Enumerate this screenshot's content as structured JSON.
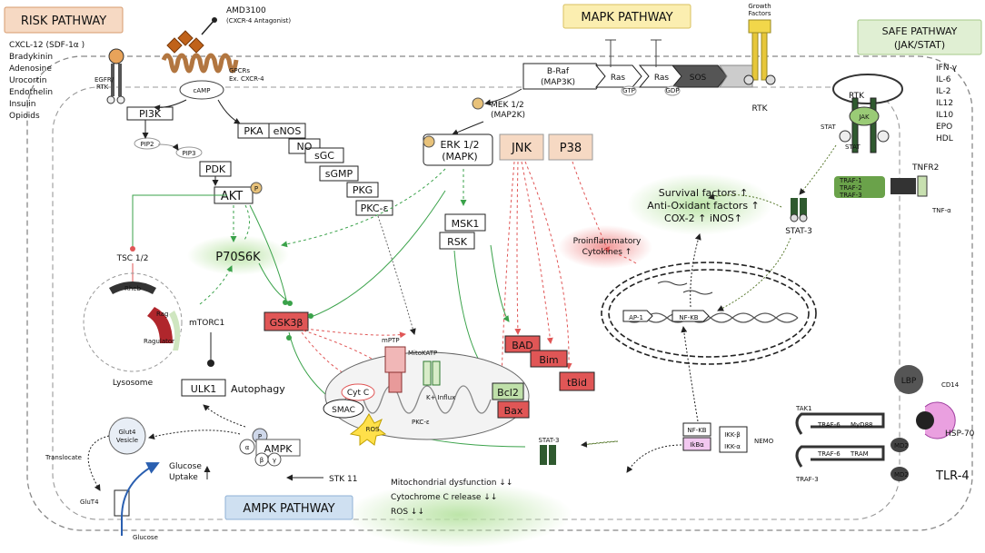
{
  "pathways": {
    "risk": "RISK PATHWAY",
    "mapk": "MAPK PATHWAY",
    "safe": "SAFE PATHWAY",
    "safe_sub": "(JAK/STAT)",
    "ampk": "AMPK PATHWAY"
  },
  "risk_ligands": [
    "CXCL-12 (SDF-1α )",
    "Bradykinin",
    "Adenosine",
    "Urocortin",
    "Endothelin",
    "Insulin",
    "Opioids"
  ],
  "safe_ligands": [
    "IFN-γ",
    "IL-6",
    "IL-2",
    "IL12",
    "IL10",
    "EPO",
    "HDL"
  ],
  "labels": {
    "amd3100": "AMD3100",
    "amd3100_sub": "(CXCR-4 Antagonist)",
    "gpcrs": "GPCRs",
    "gpcrs_sub": "Ex. CXCR-4",
    "egfr": "EGFR/",
    "rtk_small": "RTK",
    "camp": "cAMP",
    "pi3k": "PI3K",
    "pip2": "PIP2",
    "pip3": "PIP3",
    "pdk": "PDK",
    "akt": "AKT",
    "pka": "PKA",
    "enos": "eNOS",
    "no": "NO",
    "sgc": "sGC",
    "sgmp": "sGMP",
    "pkg": "PKG",
    "pkce": "PKC-ε",
    "tsc": "TSC 1/2",
    "rheb": "Rheb",
    "rag": "Rag",
    "ragulator": "Ragulator",
    "lysosome": "Lysosome",
    "mtorc1": "mTORC1",
    "p70s6k": "P70S6K",
    "ulk1": "ULK1",
    "autophagy": "Autophagy",
    "gsk3b": "GSK3β",
    "braf": "B-Raf",
    "braf_sub": "(MAP3K)",
    "ras": "Ras",
    "sos": "SOS",
    "gtp": "GTP",
    "gdp": "GDP",
    "growth": "Growth",
    "factors": "Factors",
    "rtk": "RTK",
    "mek": "MEK 1/2",
    "mek_sub": "(MAP2K)",
    "erk": "ERK 1/2",
    "erk_sub": "(MAPK)",
    "jnk": "JNK",
    "p38": "P38",
    "msk1": "MSK1",
    "rsk": "RSK",
    "mptp": "mPTP",
    "mitokatp": "MitoKATP",
    "k_influx": "K+ Influx",
    "pkce2": "PKC-ε",
    "cytc": "Cyt C",
    "smac": "SMAC",
    "ros": "ROS",
    "bad": "BAD",
    "bim": "Bim",
    "bcl2": "Bcl2",
    "bax": "Bax",
    "tbid": "tBid",
    "proinflam": "Proinflammatory",
    "cytokines": "Cytokines ↑",
    "survival1": "Survival factors ↑",
    "survival2": "Anti-Oxidant factors ↑",
    "survival3": "COX-2 ↑ iNOS↑",
    "ap1": "AP-1",
    "nfkb": "NF-KB",
    "stat3": "STAT-3",
    "stat": "STAT",
    "jak": "JAK",
    "tnfr2": "TNFR2",
    "tnfa": "TNF-α",
    "traf1": "TRAF-1",
    "traf2": "TRAF-2",
    "traf3": "TRAF-3",
    "stat3_low": "STAT-3",
    "lbp": "LBP",
    "cd14": "CD14",
    "hsp70": "HSP-70",
    "tak1": "TAK1",
    "traf6": "TRAF-6",
    "myd88": "MyD88",
    "tram": "TRAM",
    "md2": "MD2",
    "tlr4": "TLR-4",
    "traf3b": "TRAF-3",
    "nfkb2": "NF-KB",
    "ikba": "IkBα",
    "ikkb": "IKK-β",
    "ikka": "IKK-α",
    "nemo": "NEMO",
    "glut4_v": "Glut4",
    "vesicle": "Vesicle",
    "translocate": "Translocate",
    "glut4": "GluT4",
    "glucose": "Glucose",
    "glucose_uptake1": "Glucose",
    "glucose_uptake2": "Uptake",
    "ampk": "AMPK",
    "alpha": "α",
    "beta": "β",
    "gamma": "γ",
    "p": "P",
    "stk11": "STK 11",
    "mito1": "Mitochondrial dysfunction ↓↓",
    "mito2": "Cytochrome C release ↓↓",
    "mito3": "ROS ↓↓"
  },
  "colors": {
    "risk_box": "#f6d9c3",
    "mapk_box": "#fbeeb0",
    "safe_box": "#e0efd3",
    "ampk_box": "#cfe0f1",
    "red": "#e05656",
    "green": "#3aa24a",
    "dark": "#222222"
  }
}
